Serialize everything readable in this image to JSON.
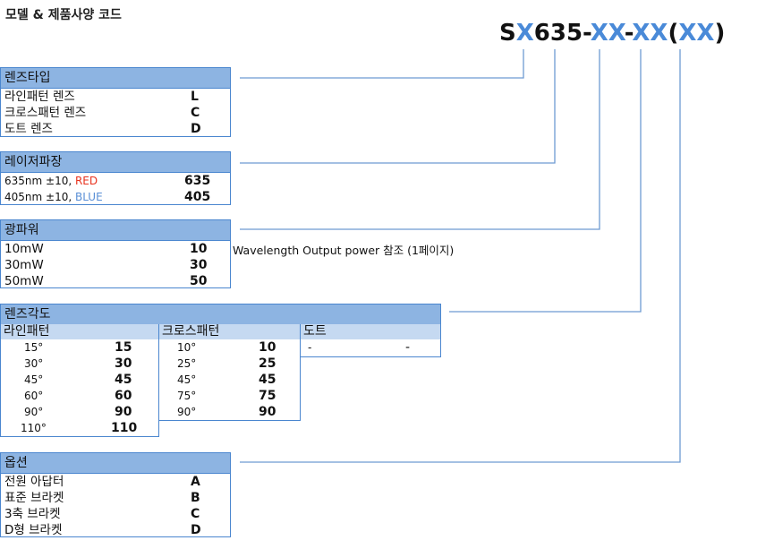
{
  "title": "모델 & 제품사양 코드",
  "code": {
    "p1": "S",
    "p2": "X",
    "p3": "635-",
    "p4": "XX",
    "p5": "-",
    "p6": "XX",
    "p7": "(",
    "p8": "XX",
    "p9": ")"
  },
  "lens_type": {
    "header": "렌즈타입",
    "rows": [
      {
        "label": "라인패턴 렌즈",
        "code": "L"
      },
      {
        "label": "크로스패턴 렌즈",
        "code": "C"
      },
      {
        "label": "도트 렌즈",
        "code": "D"
      }
    ]
  },
  "wavelength": {
    "header": "레이저파장",
    "rows": [
      {
        "prefix": "635nm  ±10, ",
        "color_name": "RED",
        "code": "635"
      },
      {
        "prefix": "405nm  ±10, ",
        "color_name": "BLUE",
        "code": "405"
      }
    ]
  },
  "power": {
    "header": "광파워",
    "note": "Wavelength Output power 참조 (1페이지)",
    "rows": [
      {
        "label": "10mW",
        "code": "10"
      },
      {
        "label": "30mW",
        "code": "30"
      },
      {
        "label": "50mW",
        "code": "50"
      }
    ]
  },
  "angle": {
    "header": "렌즈각도",
    "line": {
      "header": "라인패턴",
      "rows": [
        {
          "label": "15°",
          "code": "15"
        },
        {
          "label": "30°",
          "code": "30"
        },
        {
          "label": "45°",
          "code": "45"
        },
        {
          "label": "60°",
          "code": "60"
        },
        {
          "label": "90°",
          "code": "90"
        },
        {
          "label": "110°",
          "code": "110"
        }
      ]
    },
    "cross": {
      "header": "크로스패턴",
      "rows": [
        {
          "label": "10°",
          "code": "10"
        },
        {
          "label": "25°",
          "code": "25"
        },
        {
          "label": "45°",
          "code": "45"
        },
        {
          "label": "75°",
          "code": "75"
        },
        {
          "label": "90°",
          "code": "90"
        }
      ]
    },
    "dot": {
      "header": "도트",
      "rows": [
        {
          "label": "-",
          "code": "-"
        }
      ]
    }
  },
  "options": {
    "header": "옵션",
    "rows": [
      {
        "label": "전원 아답터",
        "code": "A"
      },
      {
        "label": "표준 브라켓",
        "code": "B"
      },
      {
        "label": "3축 브라켓",
        "code": "C"
      },
      {
        "label": "D형 브라켓",
        "code": "D"
      }
    ]
  },
  "colors": {
    "accent": "#4a8ad8",
    "header": "#8db4e2",
    "subheader": "#c5d9f1",
    "red": "#e8321e"
  }
}
